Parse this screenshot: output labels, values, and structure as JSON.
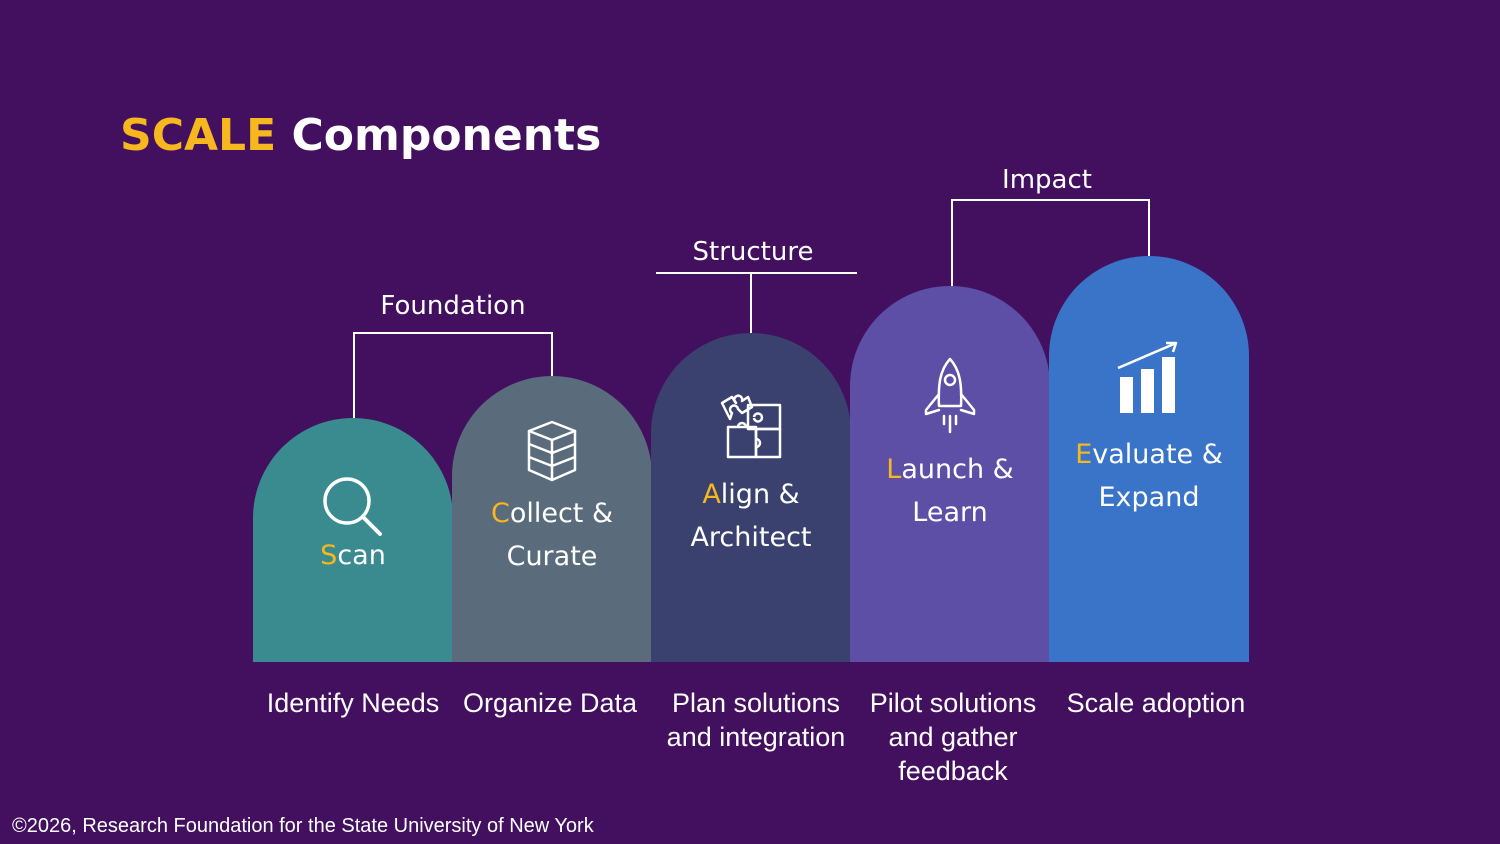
{
  "title": {
    "accent": "SCALE",
    "rest": "Components"
  },
  "groups": [
    {
      "label": "Foundation"
    },
    {
      "label": "Structure"
    },
    {
      "label": "Impact"
    }
  ],
  "steps": [
    {
      "letter": "S",
      "line1_rest": "can",
      "line2": "",
      "description": "Identify Needs",
      "color": "#3a8b8f",
      "icon": "magnifier-icon"
    },
    {
      "letter": "C",
      "line1_rest": "ollect &",
      "line2": "Curate",
      "description": "Organize Data",
      "color": "#5a6b7c",
      "icon": "stacked-cube-icon"
    },
    {
      "letter": "A",
      "line1_rest": "lign &",
      "line2": "Architect",
      "description": "Plan solutions and integration",
      "color": "#3a416f",
      "icon": "puzzle-icon"
    },
    {
      "letter": "L",
      "line1_rest": "aunch &",
      "line2": "Learn",
      "description": "Pilot solutions and gather feedback",
      "color": "#5d4fa6",
      "icon": "rocket-icon"
    },
    {
      "letter": "E",
      "line1_rest": "valuate &",
      "line2": "Expand",
      "description": "Scale adoption",
      "color": "#3a74c8",
      "icon": "bar-chart-growth-icon"
    }
  ],
  "footer": "©2026, Research Foundation for the State University of New York"
}
